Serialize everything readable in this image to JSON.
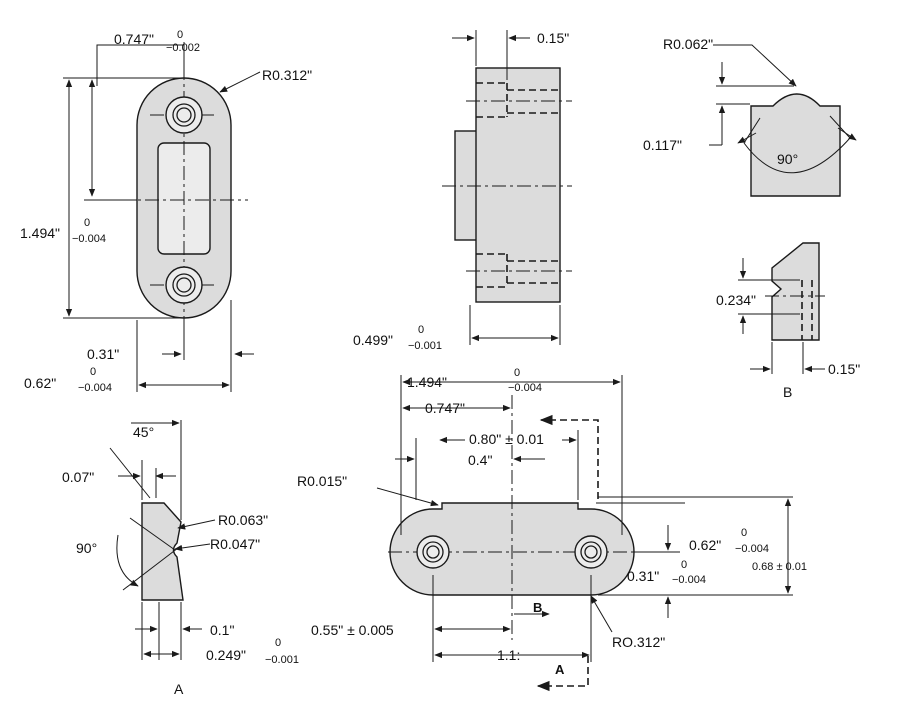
{
  "dims": {
    "top_width": "0.747\"",
    "top_width_tol": "−0.002",
    "radius_top": "R0.312\"",
    "height": "1.494\"",
    "height_tol": "−0.004",
    "bot_031": "0.31\"",
    "bot_062": "0.62\"",
    "bot_062_tol": "−0.004",
    "side_015": "0.15\"",
    "side_0499": "0.499\"",
    "side_0499_tol": "−0.001",
    "b_r0062": "R0.062\"",
    "b_0117": "0.117\"",
    "b_90": "90°",
    "b_0234": "0.234\"",
    "b_015": "0.15\"",
    "a_45": "45°",
    "a_007": "0.07\"",
    "a_r0063": "R0.063\"",
    "a_r0047": "R0.047\"",
    "a_90": "90°",
    "a_01": "0.1\"",
    "a_0249": "0.249\"",
    "a_0249_tol": "−0.001",
    "f_1494": "1.494\"",
    "f_1494_tol": "−0.004",
    "f_0747": "0.747\"",
    "f_080": "0.80\" ± 0.01",
    "f_04": "0.4\"",
    "f_r0015": "R0.015\"",
    "f_062": "0.62\"",
    "f_062_tol": "−0.004",
    "f_068": "0.68 ± 0.01",
    "f_031": "0.31\"",
    "f_031_tol": "−0.004",
    "f_055": "0.55\" ± 0.005",
    "f_11": "1.1:",
    "f_r0312": "RO.312\"",
    "zero": "0"
  },
  "section_labels": {
    "b_lower": "B",
    "a_lower": "A",
    "b_arrow": "B",
    "a_arrow": "A"
  }
}
